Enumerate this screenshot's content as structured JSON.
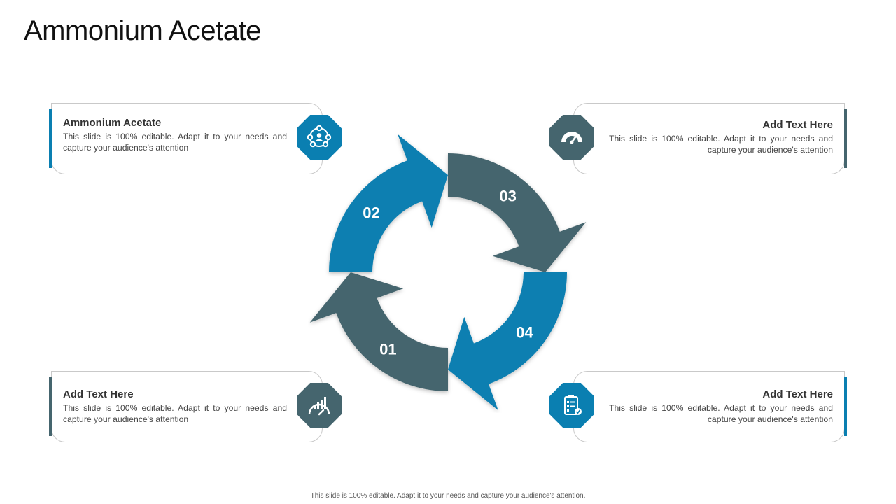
{
  "slide": {
    "title": "Ammonium Acetate",
    "footer": "This slide is 100% editable. Adapt it to your needs and capture your audience's attention."
  },
  "colors": {
    "blue": "#0A7FB1",
    "slate": "#45656E",
    "card_border": "#C9C9C9"
  },
  "cards": {
    "top_left": {
      "heading": "Ammonium Acetate",
      "body": "This slide is 100% editable. Adapt it to your needs and capture your audience's attention",
      "icon": "team-network-icon"
    },
    "top_right": {
      "heading": "Add Text Here",
      "body": "This slide is 100% editable. Adapt it to your needs and capture your audience's attention",
      "icon": "speedometer-icon"
    },
    "bottom_left": {
      "heading": "Add Text Here",
      "body": "This slide is 100% editable. Adapt it to your needs and capture your audience's attention",
      "icon": "growth-gauge-icon"
    },
    "bottom_right": {
      "heading": "Add Text Here",
      "body": "This slide is 100% editable. Adapt it to your needs and capture your audience's attention",
      "icon": "checklist-clipboard-icon"
    }
  },
  "cycle": {
    "segments": [
      {
        "label": "01",
        "color": "slate"
      },
      {
        "label": "02",
        "color": "blue"
      },
      {
        "label": "03",
        "color": "slate"
      },
      {
        "label": "04",
        "color": "blue"
      }
    ]
  }
}
